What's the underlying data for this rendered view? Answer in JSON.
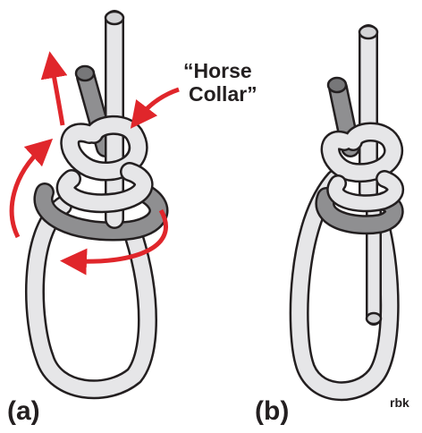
{
  "labels": {
    "panel_a": "(a)",
    "panel_b": "(b)",
    "callout_line1": "“Horse",
    "callout_line2": "Collar”",
    "credit": "rbk"
  },
  "colors": {
    "rope_light": "#e6e6e8",
    "rope_dark": "#8f8f91",
    "outline": "#231f20",
    "arrow": "#e0262b",
    "background": "#ffffff"
  }
}
